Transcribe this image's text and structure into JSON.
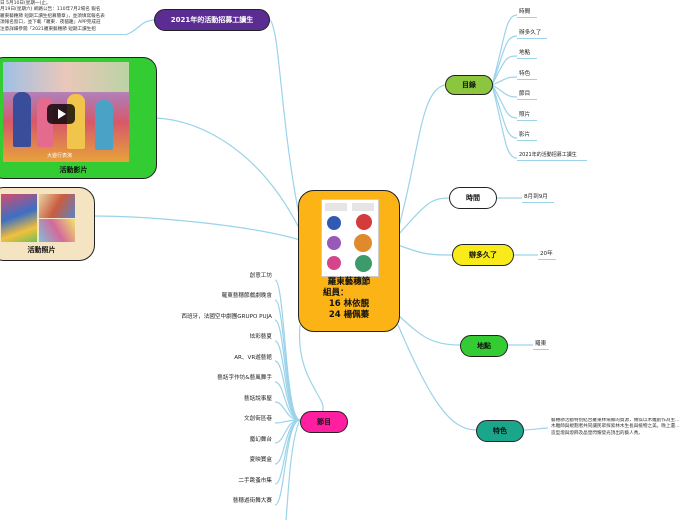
{
  "center": {
    "line1": "羅東藝穗節",
    "line2": "組員：",
    "line3": "16 林依靚",
    "line4": "24 楊佩蓁"
  },
  "mulu": {
    "label": "目錄",
    "items": [
      "時間",
      "辦多久了",
      "地點",
      "特色",
      "節目",
      "照片",
      "影片",
      "2021年的活動招募工讀生"
    ]
  },
  "shijian": {
    "label": "時間",
    "value": "8月到9月"
  },
  "duojiu": {
    "label": "辦多久了",
    "value": "20年"
  },
  "didian": {
    "label": "地點",
    "value": "羅東"
  },
  "tese": {
    "label": "特色",
    "lines": [
      "藝穗節活動特別結合羅東林場鄉的資源，類似以木雕創作為主…",
      "木雕師與規劃者共同讓民眾探索林木生長與植物之美。晚上還…",
      "造型燈與燈飾及晶瑩閃耀發光頂出的藝人秀。"
    ]
  },
  "jiemu": {
    "label": "節目",
    "items": [
      "創意工坊",
      "羅東藝穗節戲劇晚會",
      "西班牙，法國空中劇團GRUPO PUJA",
      "炫彩藝夏",
      "AR、VR遊藝館",
      "藝話字作坊&藝風舞手",
      "藝話說事屋",
      "文創街區巷",
      "魔幻舞台",
      "夏映寶盒",
      "二手跳蚤市集",
      "藝穗遊街舞大賽"
    ]
  },
  "recruit": {
    "label": "2021年的活動招募工讀生",
    "lines": [
      "日 5月10日(星期一)止。",
      "月19日(星期六) 網路公告：110年7月2場名 報名",
      "羅東藝穗節 短期工讀生招募簡章」，並須填寫報名表",
      "須報名窗口，並下載「羅東．夜貓趣」APP完成註",
      "注意詳細參閱「2021羅東藝穗節 短期工讀生招"
    ]
  },
  "video": {
    "label": "活動影片",
    "caption": "大遊行表演"
  },
  "photos": {
    "label": "活動照片"
  },
  "colors": {
    "center": "#fbb315",
    "mulu": "#8cc63f",
    "shijian": "#ffffff",
    "duojiu": "#f9ea1a",
    "didian": "#33cc33",
    "tese": "#1aa68a",
    "jiemu": "#ff1fa0",
    "recruit": "#5b2c91",
    "video": "#33cc33",
    "photos": "#f4e4c1",
    "line": "#9bd3ea"
  }
}
